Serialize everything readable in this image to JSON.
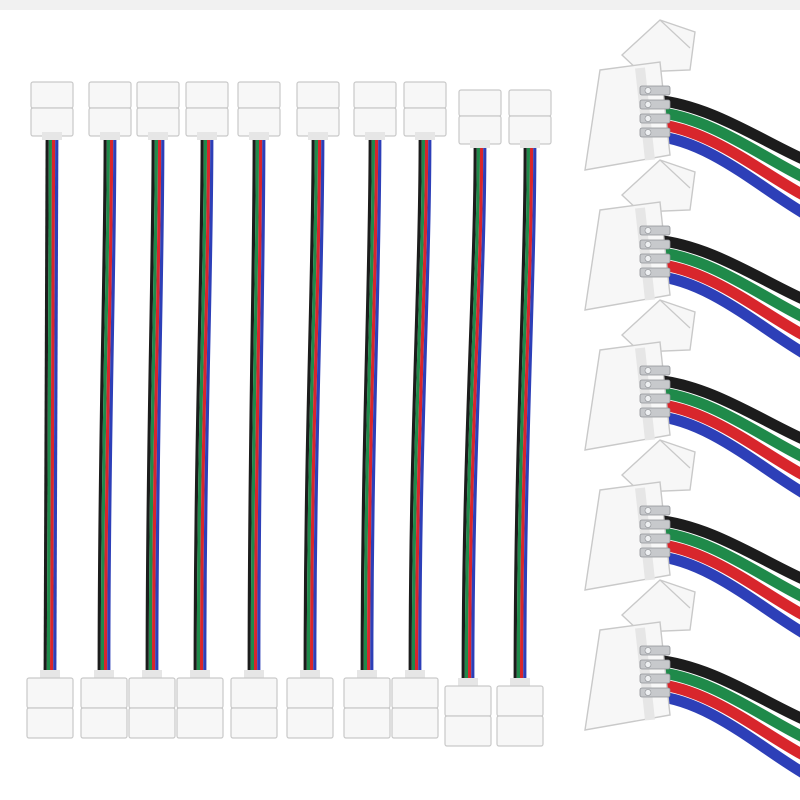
{
  "product": {
    "connector_icon": "rgb-4pin-led-strip-connector",
    "cable_count": 10,
    "closeup_count": 5,
    "wire_colors": {
      "black": "#1c1c1c",
      "green": "#1f8a4a",
      "red": "#d8262c",
      "blue": "#2d3fb8"
    },
    "connector_colors": {
      "body": "#f7f7f7",
      "edge": "#c9c9c9",
      "shade": "#e6e6e6",
      "contact": "#c7c9cc"
    }
  }
}
